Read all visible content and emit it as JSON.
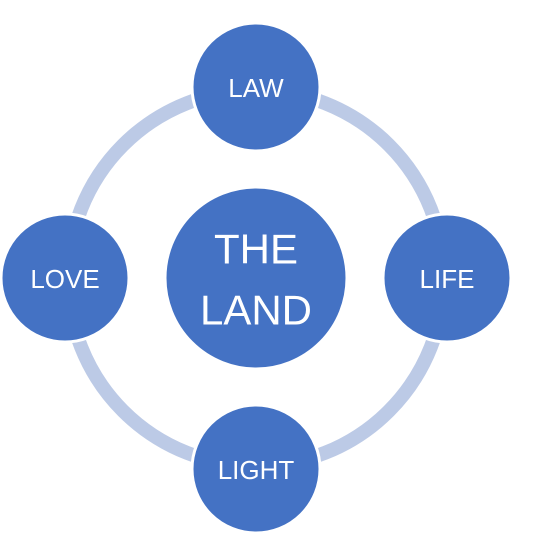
{
  "diagram": {
    "center": {
      "line1": "THE",
      "line2": "LAND"
    },
    "nodes": {
      "top": "LAW",
      "right": "LIFE",
      "bottom": "LIGHT",
      "left": "LOVE"
    }
  },
  "colors": {
    "node_fill": "#4472c4",
    "ring": "#bccae6",
    "label": "#ffffff"
  }
}
